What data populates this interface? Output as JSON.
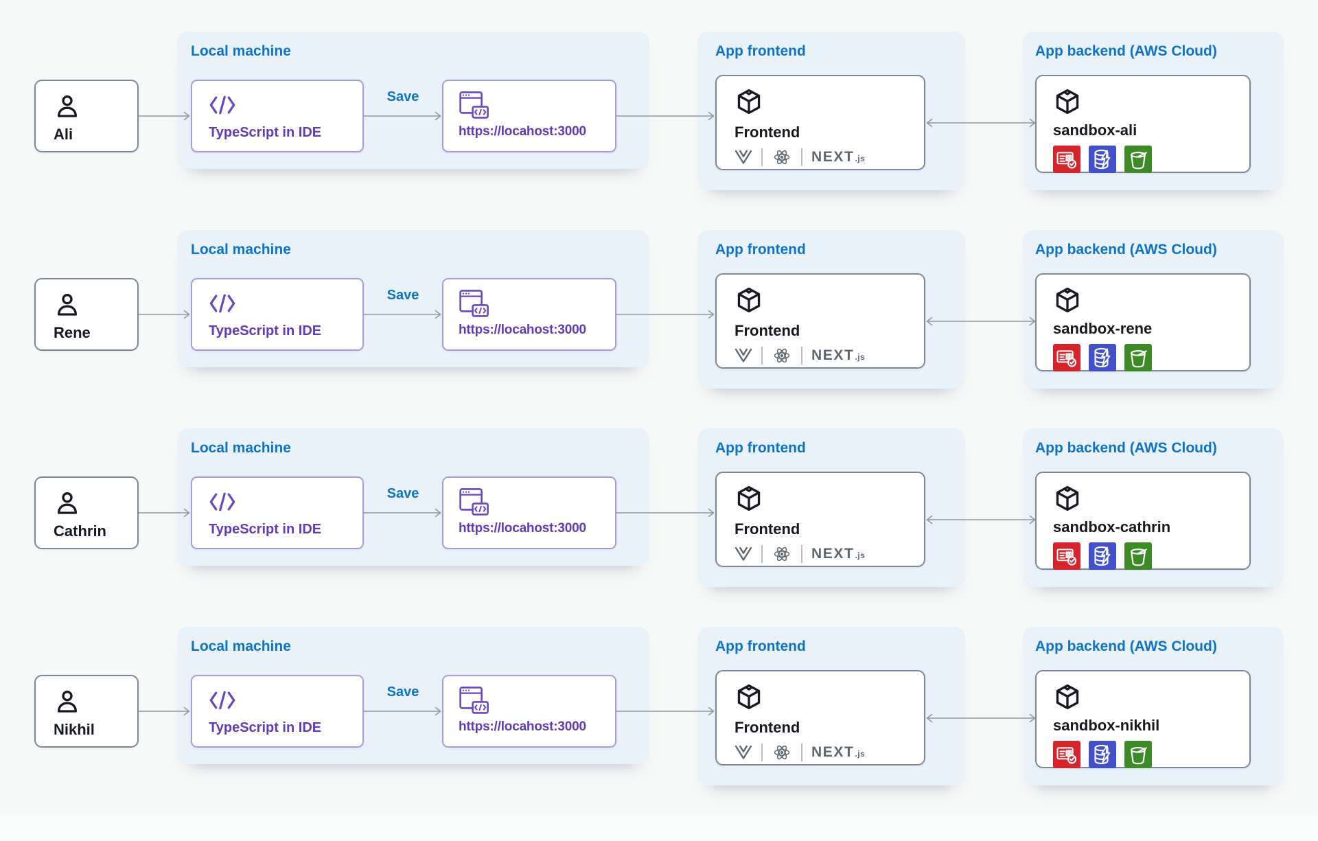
{
  "page": {
    "background": "#f7f8f8"
  },
  "labels": {
    "local_machine": "Local machine",
    "app_frontend": "App frontend",
    "app_backend": "App backend (AWS Cloud)",
    "save": "Save",
    "ide": "TypeScript in IDE",
    "url": "https://locahost:3000",
    "frontend": "Frontend",
    "next": "NEXT",
    "next_js": ".js"
  },
  "rows": [
    {
      "user": "Ali",
      "sandbox": "sandbox-ali"
    },
    {
      "user": "Rene",
      "sandbox": "sandbox-rene"
    },
    {
      "user": "Cathrin",
      "sandbox": "sandbox-cathrin"
    },
    {
      "user": "Nikhil",
      "sandbox": "sandbox-nikhil"
    }
  ],
  "icons": {
    "person-icon": "user outline",
    "code-icon": "</>",
    "browser-code-icon": "browser window with code badge",
    "cube-icon": "3d box outline",
    "vue-logo": "nested V chevrons",
    "react-logo": "atom",
    "nextjs-logo": "NEXT.js wordmark",
    "aws-identity-icon": "id card with check (red)",
    "aws-dynamodb-icon": "database with lightning (blue)",
    "aws-s3-icon": "bucket (green)"
  },
  "colors": {
    "heading_blue": "#0d73c7",
    "purple_text": "#6238bd",
    "purple_border": "#a89cd8",
    "card_border_gray": "#7e8894",
    "arrow_gray": "#8f99a3",
    "band_bg": "#e9f1f9",
    "ink": "#16191f",
    "logo_gray": "#5d6670",
    "aws_red": "#d6242d",
    "aws_blue": "#4250c9",
    "aws_green": "#3d8b27"
  }
}
